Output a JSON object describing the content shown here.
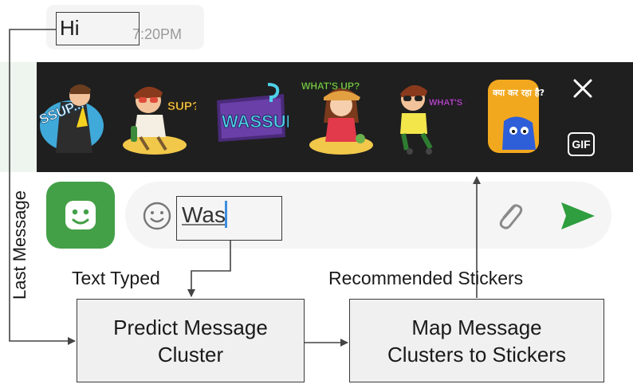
{
  "chat": {
    "message": "Hi",
    "time": "7:20PM"
  },
  "stickers": [
    {
      "name": "sticker-ssup",
      "text": "SSUP..."
    },
    {
      "name": "sticker-sup",
      "text": "SUP?"
    },
    {
      "name": "sticker-wassup",
      "text": "WASSUP"
    },
    {
      "name": "sticker-whats-up-girl",
      "text": "WHAT'S UP?"
    },
    {
      "name": "sticker-whats-up-boy",
      "text": "WHAT'S UP?"
    },
    {
      "name": "sticker-kya-kar-raha-hai",
      "text": "क्या कर रहा है?"
    }
  ],
  "tray": {
    "close_icon": "close-icon",
    "gif_label": "GIF"
  },
  "input": {
    "typed_text": "Was",
    "emoji_icon": "smiley-icon",
    "attach_icon": "paperclip-icon",
    "send_icon": "send-icon"
  },
  "labels": {
    "last_message": "Last Message",
    "text_typed": "Text Typed",
    "recommended_stickers": "Recommended Stickers",
    "predict_line1": "Predict Message",
    "predict_line2": "Cluster",
    "map_line1": "Map Message",
    "map_line2": "Clusters to Stickers"
  },
  "colors": {
    "tray_bg": "#1f1f1f",
    "app_green": "#43a047",
    "send_green": "#2e9e3e",
    "cursor_blue": "#3d8fe0",
    "process_fill": "#f0f0f0"
  }
}
